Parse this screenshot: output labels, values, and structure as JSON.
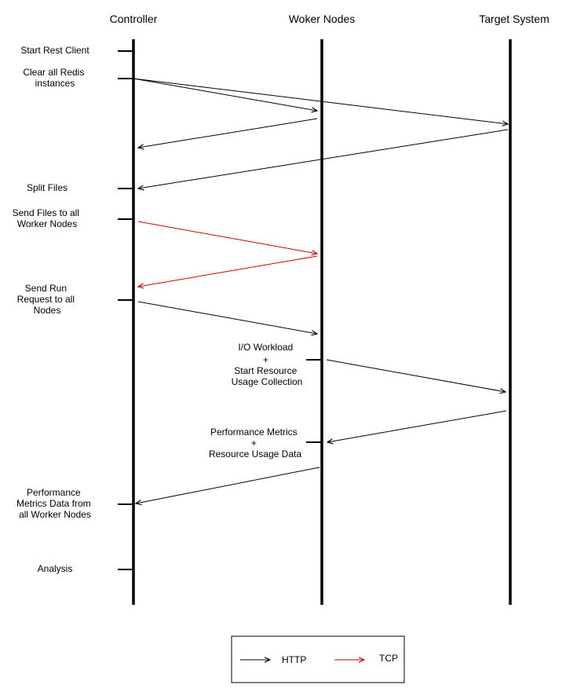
{
  "headers": {
    "controller": "Controller",
    "workers": "Woker Nodes",
    "target": "Target System"
  },
  "steps": {
    "start_rest_client": "Start Rest Client",
    "clear_redis": [
      "Clear all Redis",
      "instances"
    ],
    "split_files": "Split Files",
    "send_files": [
      "Send Files to all",
      "Worker Nodes"
    ],
    "send_run": [
      "Send Run",
      "Request to all",
      "Nodes"
    ],
    "io_workload": [
      "I/O Workload",
      "+",
      "Start Resource",
      "Usage Collection"
    ],
    "perf_metrics": [
      "Performance Metrics",
      "+",
      "Resource Usage Data"
    ],
    "perf_data_all": [
      "Performance",
      "Metrics Data from",
      "all Worker Nodes"
    ],
    "analysis": "Analysis"
  },
  "legend": {
    "http": "HTTP",
    "tcp": "TCP"
  },
  "colors": {
    "http": "#000000",
    "tcp": "#cc0000"
  }
}
